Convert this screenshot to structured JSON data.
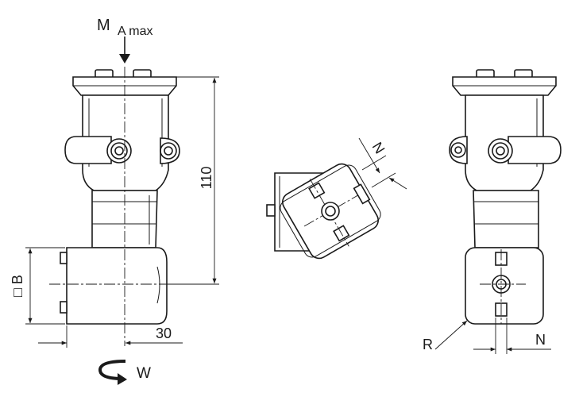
{
  "labels": {
    "moment": "M",
    "moment_sub": "A max",
    "height": "110",
    "width_side": "□ B",
    "offset": "30",
    "rotation": "W",
    "flat_top": "N",
    "flat_right": "N",
    "radius": "R"
  },
  "colors": {
    "line": "#1a1a1a",
    "background": "#ffffff"
  }
}
